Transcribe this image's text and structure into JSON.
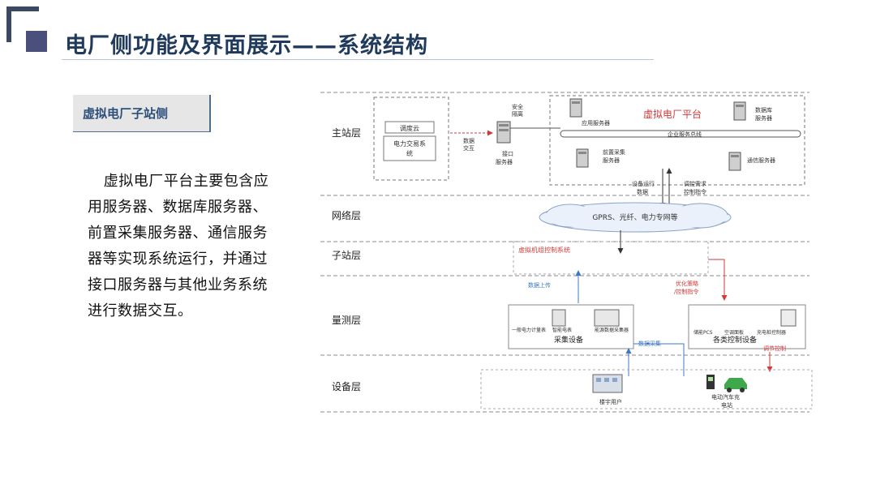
{
  "header": {
    "title": "电厂侧功能及界面展示——系统结构"
  },
  "left": {
    "section_label": "虚拟电厂子站侧",
    "description": "虚拟电厂平台主要包含应用服务器、数据库服务器、前置采集服务器、通信服务器等实现系统运行，并通过接口服务器与其他业务系统进行数据交互。"
  },
  "diagram": {
    "layers": {
      "master": "主站层",
      "network": "网络层",
      "substation": "子站层",
      "measure": "量测层",
      "device": "设备层"
    },
    "master": {
      "dispatch_cloud": "调度云",
      "power_trading_1": "电力交易系",
      "power_trading_2": "统",
      "data_exchange_1": "数据",
      "data_exchange_2": "交互",
      "safety_1": "安全",
      "safety_2": "隔离",
      "interface_server_1": "接口",
      "interface_server_2": "服务器",
      "platform_title": "虚拟电厂平台",
      "app_server": "应用服务器",
      "db_server_1": "数据库",
      "db_server_2": "服务器",
      "bus": "企业服务总线",
      "front_server_1": "前置采集",
      "front_server_2": "服务器",
      "comm_server": "通信服务器"
    },
    "network": {
      "run_data_1": "设备运行",
      "run_data_2": "数据",
      "control_1": "调控需求",
      "control_2": "控制指令",
      "cloud": "GPRS、光纤、电力专网等"
    },
    "substation": {
      "control_system": "虚拟机组控制系统"
    },
    "measure": {
      "upload": "数据上传",
      "strategy_1": "优化策略",
      "strategy_2": "/控制指令",
      "meter": "一般电力计量表",
      "smart_meter": "智能电表",
      "terminal": "能源数据采集器",
      "collect_device": "采集设备",
      "pcs": "储能PCS",
      "hvac": "空调面板",
      "charger_ctrl": "充电桩控制器",
      "control_device": "各类控制设备",
      "collect": "数据采集",
      "regulate": "调节控制"
    },
    "device": {
      "building_user": "楼宇用户",
      "ev_station_1": "电动汽车充",
      "ev_station_2": "电站"
    }
  }
}
